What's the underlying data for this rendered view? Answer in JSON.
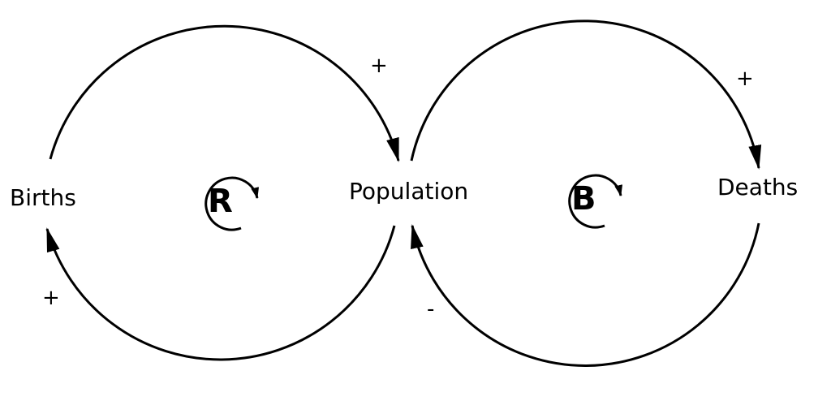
{
  "nodes": {
    "births": "Births",
    "population": "Population",
    "deaths": "Deaths"
  },
  "links": [
    {
      "from": "Births",
      "to": "Population",
      "polarity": "+"
    },
    {
      "from": "Population",
      "to": "Births",
      "polarity": "+"
    },
    {
      "from": "Population",
      "to": "Deaths",
      "polarity": "+"
    },
    {
      "from": "Deaths",
      "to": "Population",
      "polarity": "-"
    }
  ],
  "loops": {
    "reinforcing": "R",
    "balancing": "B"
  },
  "colors": {
    "stroke": "#000000",
    "background": "#ffffff"
  }
}
